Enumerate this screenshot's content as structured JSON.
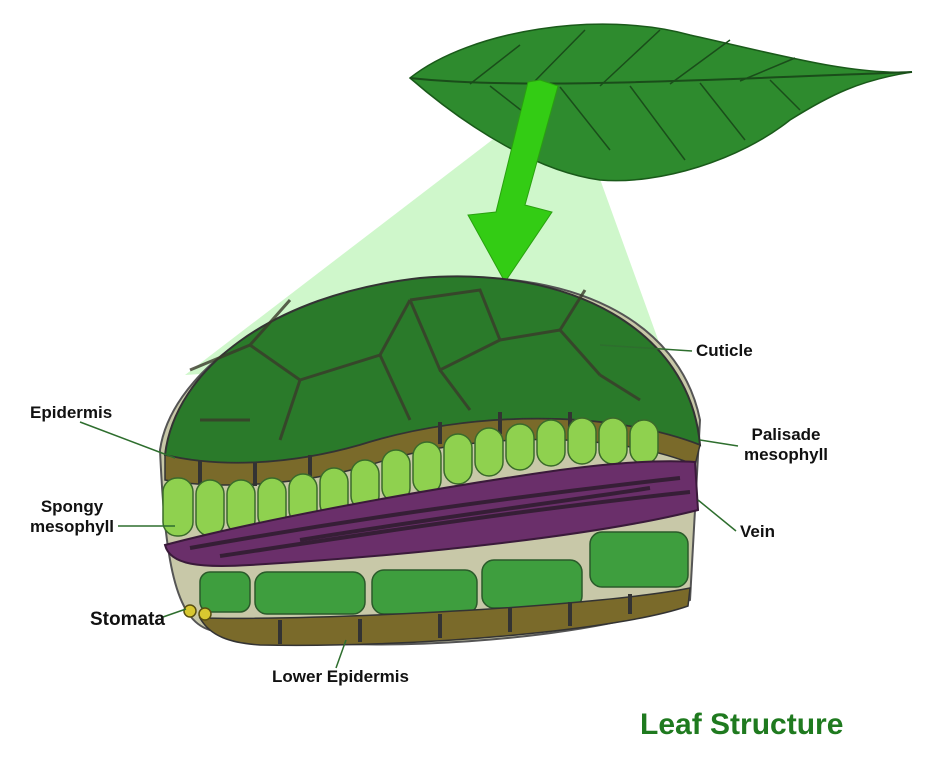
{
  "title": "Leaf Structure",
  "labels": {
    "cuticle": "Cuticle",
    "epidermis": "Epidermis",
    "palisade_line1": "Palisade",
    "palisade_line2": "mesophyll",
    "spongy_line1": "Spongy",
    "spongy_line2": "mesophyll",
    "vein": "Vein",
    "stomata": "Stomata",
    "lower_epidermis": "Lower Epidermis"
  },
  "colors": {
    "leaf": "#2e8b2e",
    "leaf_vein": "#1a4d1a",
    "arrow": "#33cc14",
    "cuticle_top": "#2a7a2a",
    "epidermis": "#7a6a2a",
    "palisade": "#8fd14f",
    "vein": "#6a2f6a",
    "spongy": "#3e9e3e",
    "matrix": "#c8c8a8",
    "stomata": "#d8c830",
    "title": "#1f7a1f"
  }
}
